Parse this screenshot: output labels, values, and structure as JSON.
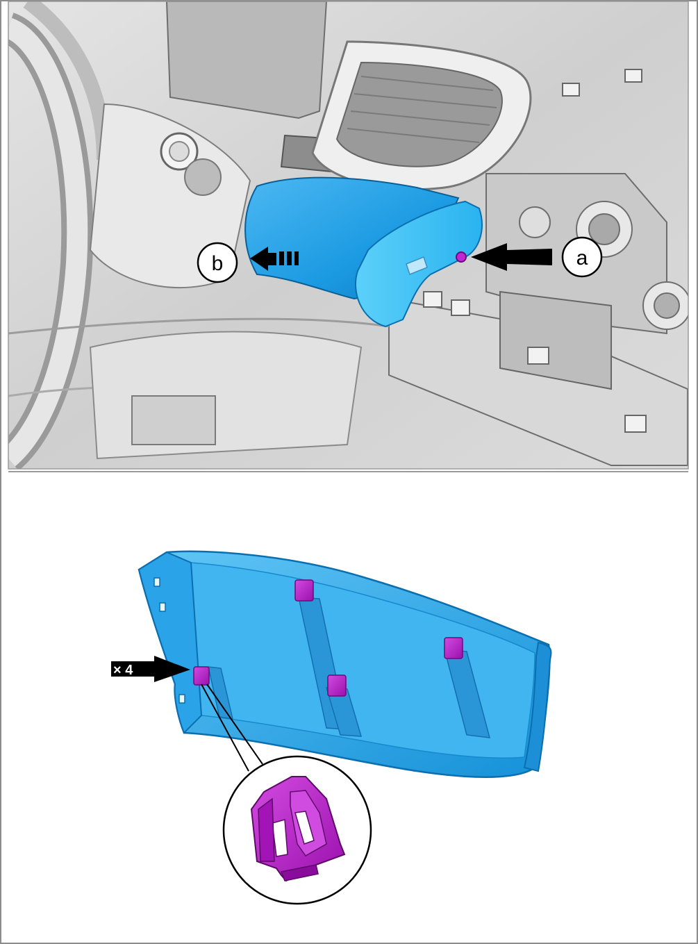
{
  "diagram": {
    "top_panel": {
      "callouts": [
        {
          "id": "a",
          "label": "a"
        },
        {
          "id": "b",
          "label": "b"
        }
      ]
    },
    "bottom_panel": {
      "quantity_label": "× 4"
    },
    "colors": {
      "highlight_blue": "#1fa0e6",
      "clip_magenta": "#b51fc4",
      "background_grey": "#d4d4d4",
      "frame": "#8c8c8c"
    }
  }
}
